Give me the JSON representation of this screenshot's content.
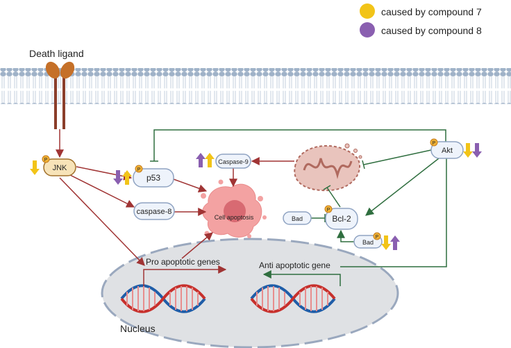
{
  "legend": {
    "items": [
      {
        "label": "caused by compound 7",
        "color": "#f2c418"
      },
      {
        "label": "caused by compound 8",
        "color": "#8a5fb0"
      }
    ]
  },
  "labels": {
    "death_ligand": "Death ligand",
    "jnk": "JNK",
    "p53": "p53",
    "caspase9": "Caspase-9",
    "caspase8": "caspase-8",
    "cell_apoptosis": "Cell apoptosis",
    "akt": "Akt",
    "bcl2": "Bcl-2",
    "bad_left": "Bad",
    "bad_right": "Bad",
    "pro_genes": "Pro apoptotic genes",
    "anti_gene": "Anti apoptotic gene",
    "nucleus": "Nucleus",
    "phospho": "P"
  },
  "colors": {
    "activation": "#a03434",
    "inhibition": "#2f6e3f",
    "membrane_head": "#9fb2c8",
    "nucleus_fill": "#dfe1e4",
    "node_fill": "#eef3fb",
    "node_stroke": "#8fa3c2",
    "jnk_fill": "#f7e3b8",
    "jnk_stroke": "#a0702a"
  }
}
